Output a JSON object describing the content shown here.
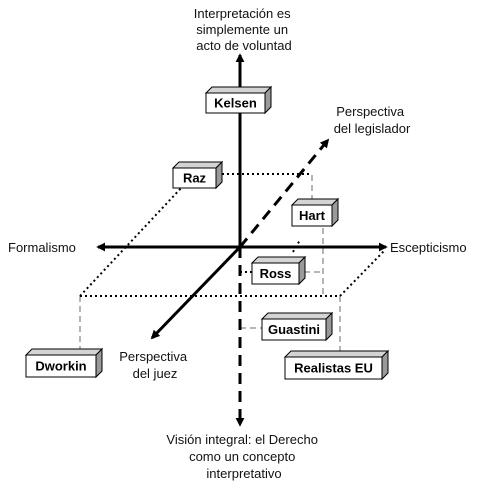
{
  "axes": {
    "top": [
      "Interpretación es",
      "simplemente un",
      "acto de voluntad"
    ],
    "bottom": [
      "Visión integral: el Derecho",
      "como un concepto",
      "interpretativo"
    ],
    "left": "Formalismo",
    "right": "Escepticismo",
    "diag_up": [
      "Perspectiva",
      "del legislador"
    ],
    "diag_down": [
      "Perspectiva",
      "del juez"
    ]
  },
  "authors": {
    "kelsen": "Kelsen",
    "raz": "Raz",
    "hart": "Hart",
    "ross": "Ross",
    "guastini": "Guastini",
    "dworkin": "Dworkin",
    "realistas": "Realistas EU"
  },
  "colors": {
    "ink": "#000000",
    "grey_dashed": "#b5b5b5",
    "box_side": "#9a9a9a",
    "box_top": "#d4d4d4"
  }
}
